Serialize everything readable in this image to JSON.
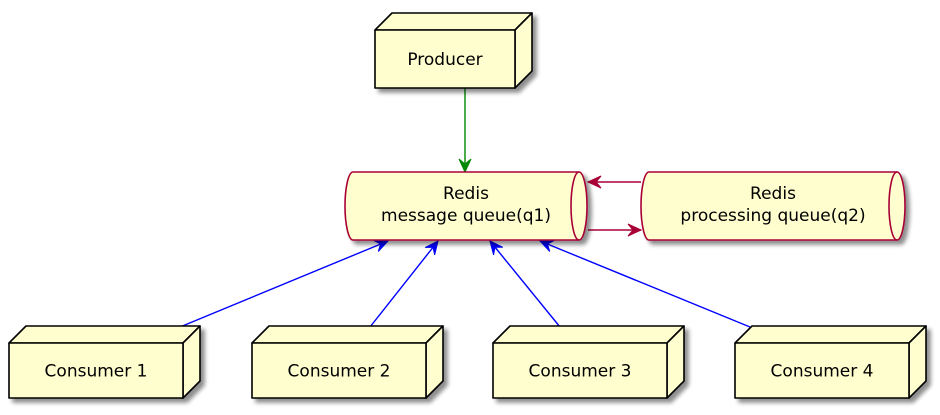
{
  "diagram": {
    "type": "deployment",
    "colors": {
      "node_fill": "#FEFECE",
      "node_stroke": "#000000",
      "queue_stroke": "#A80036",
      "producer_edge": "#008800",
      "consumer_edge": "#0000FF",
      "queue_edge": "#A80036"
    },
    "nodes": [
      {
        "id": "producer",
        "kind": "node",
        "label": "Producer"
      },
      {
        "id": "q1",
        "kind": "queue",
        "label_lines": [
          "Redis",
          "message queue(q1)"
        ]
      },
      {
        "id": "q2",
        "kind": "queue",
        "label_lines": [
          "Redis",
          "processing queue(q2)"
        ]
      },
      {
        "id": "c1",
        "kind": "node",
        "label": "Consumer 1"
      },
      {
        "id": "c2",
        "kind": "node",
        "label": "Consumer 2"
      },
      {
        "id": "c3",
        "kind": "node",
        "label": "Consumer 3"
      },
      {
        "id": "c4",
        "kind": "node",
        "label": "Consumer 4"
      }
    ],
    "edges": [
      {
        "from": "producer",
        "to": "q1",
        "color": "producer_edge"
      },
      {
        "from": "c1",
        "to": "q1",
        "color": "consumer_edge"
      },
      {
        "from": "c2",
        "to": "q1",
        "color": "consumer_edge"
      },
      {
        "from": "c3",
        "to": "q1",
        "color": "consumer_edge"
      },
      {
        "from": "c4",
        "to": "q1",
        "color": "consumer_edge"
      },
      {
        "from": "q2",
        "to": "q1",
        "color": "queue_edge"
      },
      {
        "from": "q1",
        "to": "q2",
        "color": "queue_edge"
      }
    ]
  }
}
